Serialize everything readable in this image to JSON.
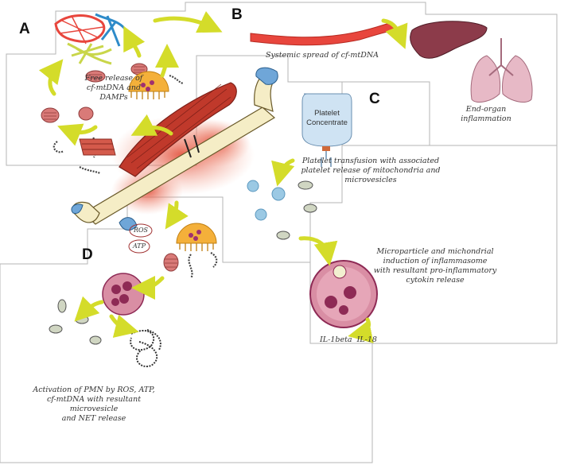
{
  "panels": {
    "a": {
      "letter": "A",
      "caption_lines": [
        "Free release of",
        "cf-mtDNA and",
        "DAMPs"
      ]
    },
    "b": {
      "letter": "B",
      "caption": "Systemic spread of cf-mtDNA",
      "organ_caption": "End-organ inflammation"
    },
    "c": {
      "letter": "C",
      "bag_label_lines": [
        "Platelet",
        "Concentrate"
      ],
      "caption_lines": [
        "Platelet transfusion with associated",
        "platelet release of mitochondria and",
        "microvesicles"
      ],
      "inflammasome_lines": [
        "Microparticle and michondrial",
        "induction of inflammasome",
        "with resultant pro-inflammatory",
        "cytokin release"
      ],
      "cytokines": "IL-1beta  IL-18"
    },
    "d": {
      "letter": "D",
      "ros": "ROS",
      "atp": "ATP",
      "caption_lines": [
        "Activation of PMN by ROS, ATP,",
        "cf-mtDNA with resultant microvesicle",
        "and NET release"
      ]
    }
  },
  "colors": {
    "arrow": "#d4dc2a",
    "panel_border": "#b5b5b5",
    "muscle": "#c0392b",
    "blood_spray": "#e3533f",
    "bone": "#f5edc6",
    "cartilage": "#6fa6d8",
    "mitochondria": "#d97a78",
    "cell": "#d98ea4",
    "cell_nucleus": "#8e2a55",
    "organ": "#8c3b4a",
    "lung": "#e7b9c6",
    "vessel": "#e8463d"
  }
}
